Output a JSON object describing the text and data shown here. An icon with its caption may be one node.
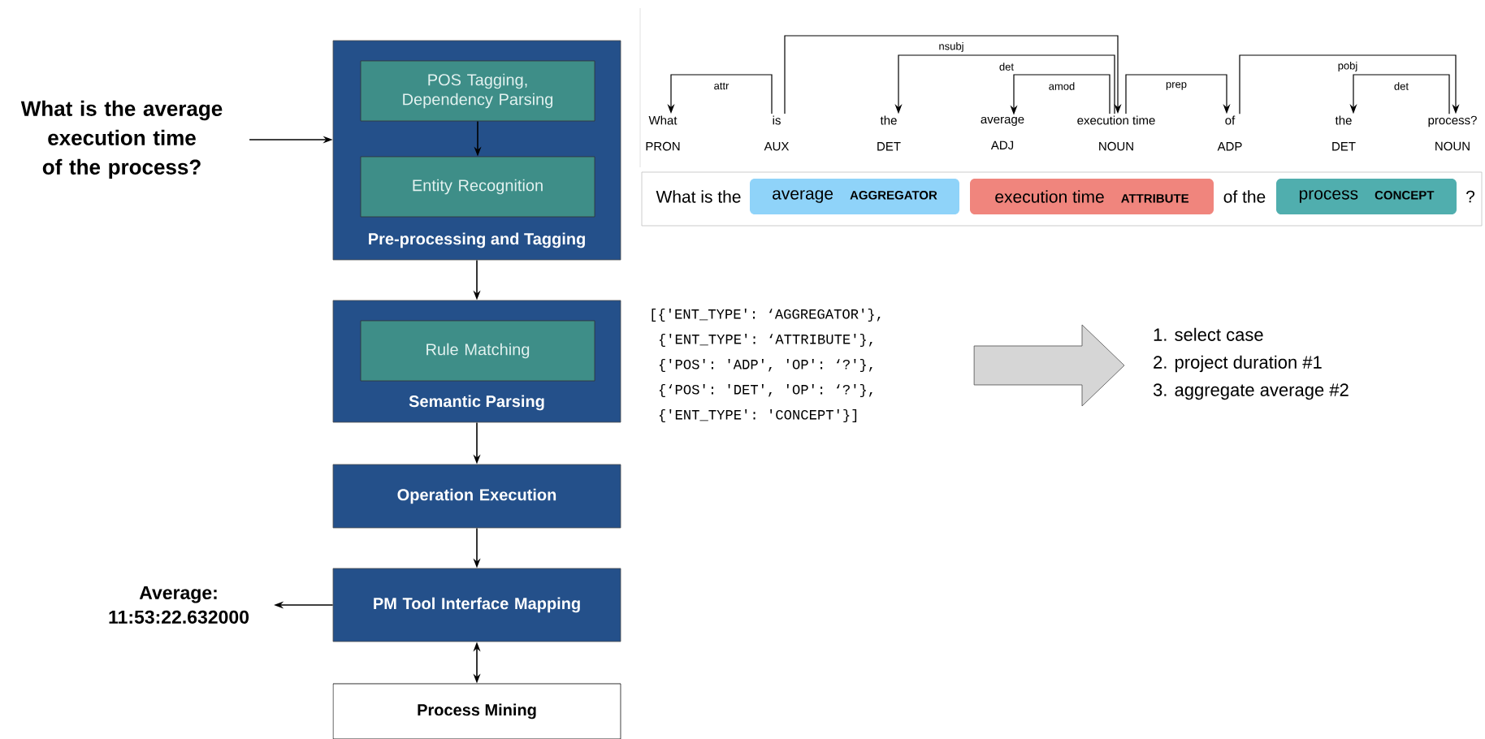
{
  "diagram": {
    "nodes": [
      {
        "text": [
          "What is the average execution time of the process?"
        ]
      },
      {
        "text": [
          "Pre-processing and Tagging"
        ]
      },
      {
        "text": [
          "POS Tagging, Dependency Parsing"
        ],
        "in": 1
      },
      {
        "text": [
          "Entity Recognition"
        ],
        "in": 1
      },
      {
        "text": [
          "Semantic Parsing"
        ]
      },
      {
        "text": [
          "Rule Matching"
        ],
        "in": 4
      },
      {
        "text": [
          "Operation Execution"
        ]
      },
      {
        "text": [
          "PM Tool Interface Mapping"
        ]
      },
      {
        "text": [
          "Average: 11:53:22.632000"
        ]
      },
      {
        "text": [
          "Process Mining"
        ]
      },
      {
        "text": [
          "[{'ENT_TYPE': ‘AGGREGATOR'},",
          "{'ENT_TYPE': ‘ATTRIBUTE'},",
          "{'POS': 'ADP', 'OP': ‘?'},",
          "{‘POS': 'DET', 'OP': ‘?'},",
          "{'ENT_TYPE': 'CONCEPT'}]"
        ]
      },
      {
        "text": [
          "1. select case",
          "2. project duration #1",
          "3. aggregate average #2"
        ]
      },
      {
        "text": [
          "What",
          "PRON"
        ]
      },
      {
        "text": [
          "is",
          "AUX"
        ]
      },
      {
        "text": [
          "the",
          "DET"
        ]
      },
      {
        "text": [
          "average",
          "ADJ"
        ]
      },
      {
        "text": [
          "execution time",
          "NOUN"
        ]
      },
      {
        "text": [
          "of",
          "ADP"
        ]
      },
      {
        "text": [
          "the",
          "DET"
        ]
      },
      {
        "text": [
          "process?",
          "NOUN"
        ]
      },
      {
        "text": [
          "average",
          "AGGREGATOR"
        ]
      },
      {
        "text": [
          "execution time",
          "ATTRIBUTE"
        ]
      },
      {
        "text": [
          "process",
          "CONCEPT"
        ]
      }
    ],
    "edges": [
      {
        "from": 0,
        "to": 1,
        "arrow": "to"
      },
      {
        "from": 2,
        "to": 3,
        "arrow": "to"
      },
      {
        "from": 1,
        "to": 4,
        "arrow": "to"
      },
      {
        "from": 4,
        "to": 6,
        "arrow": "to"
      },
      {
        "from": 6,
        "to": 7,
        "arrow": "to"
      },
      {
        "from": 7,
        "to": 8,
        "arrow": "to"
      },
      {
        "from": 7,
        "to": 9,
        "arrow": "both"
      },
      {
        "from": 10,
        "to": 11,
        "arrow": "to",
        "style": "thick",
        "color": "#d6d6d6"
      },
      {
        "from": 13,
        "to": 12,
        "arrow": "to",
        "label": "attr"
      },
      {
        "from": 13,
        "to": 16,
        "arrow": "to",
        "label": "nsubj"
      },
      {
        "from": 16,
        "to": 14,
        "arrow": "to",
        "label": "det"
      },
      {
        "from": 16,
        "to": 15,
        "arrow": "to",
        "label": "amod"
      },
      {
        "from": 16,
        "to": 17,
        "arrow": "to",
        "label": "prep"
      },
      {
        "from": 17,
        "to": 19,
        "arrow": "to",
        "label": "pobj"
      },
      {
        "from": 19,
        "to": 18,
        "arrow": "to",
        "label": "det"
      }
    ],
    "labels": [
      "What is the",
      "of the",
      "?"
    ]
  }
}
